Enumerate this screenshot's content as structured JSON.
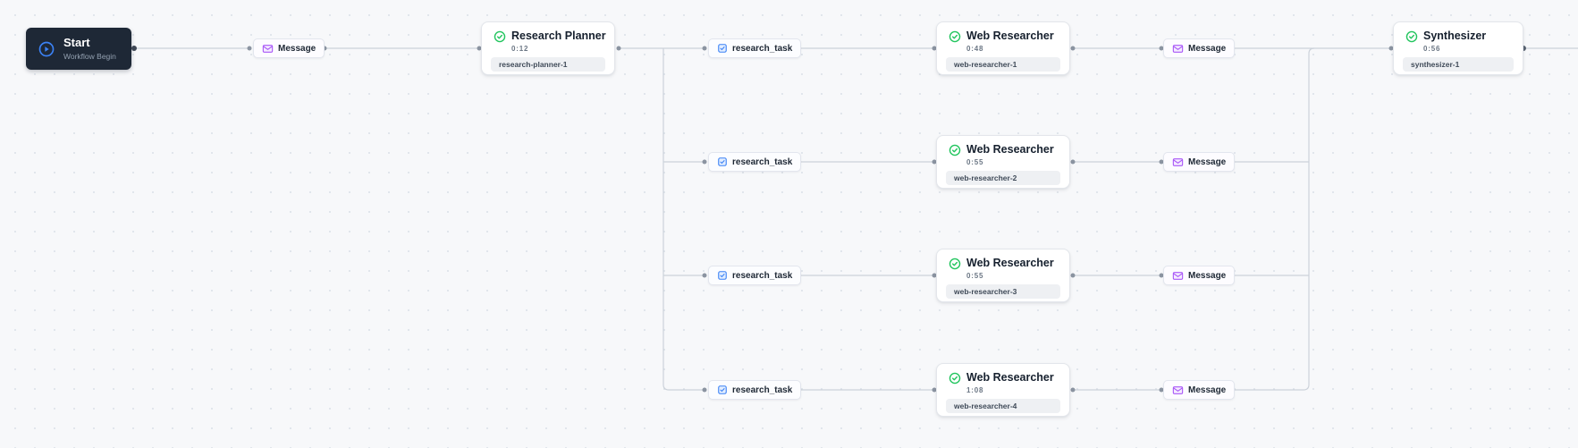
{
  "canvas": {
    "background": "#f7f8fa",
    "grid_dot_color": "#dde2e9"
  },
  "start": {
    "title": "Start",
    "subtitle": "Workflow Begin",
    "icon": "play-circle-icon"
  },
  "badges": {
    "message_label": "Message",
    "task_label": "research_task"
  },
  "planner": {
    "title": "Research Planner",
    "duration": "0:12",
    "instance_id": "research-planner-1",
    "status_icon": "check-circle-icon"
  },
  "web_researchers": [
    {
      "title": "Web Researcher",
      "duration": "0:48",
      "instance_id": "web-researcher-1",
      "status_icon": "check-circle-icon"
    },
    {
      "title": "Web Researcher",
      "duration": "0:55",
      "instance_id": "web-researcher-2",
      "status_icon": "check-circle-icon"
    },
    {
      "title": "Web Researcher",
      "duration": "0:55",
      "instance_id": "web-researcher-3",
      "status_icon": "check-circle-icon"
    },
    {
      "title": "Web Researcher",
      "duration": "1:08",
      "instance_id": "web-researcher-4",
      "status_icon": "check-circle-icon"
    }
  ],
  "synthesizer": {
    "title": "Synthesizer",
    "duration": "0:56",
    "instance_id": "synthesizer-1",
    "status_icon": "check-circle-icon"
  },
  "colors": {
    "start_bg": "#1e2836",
    "accent_blue": "#3b82f6",
    "accent_purple": "#a855f7",
    "status_green": "#22c55e",
    "edge": "#ccd2da"
  }
}
